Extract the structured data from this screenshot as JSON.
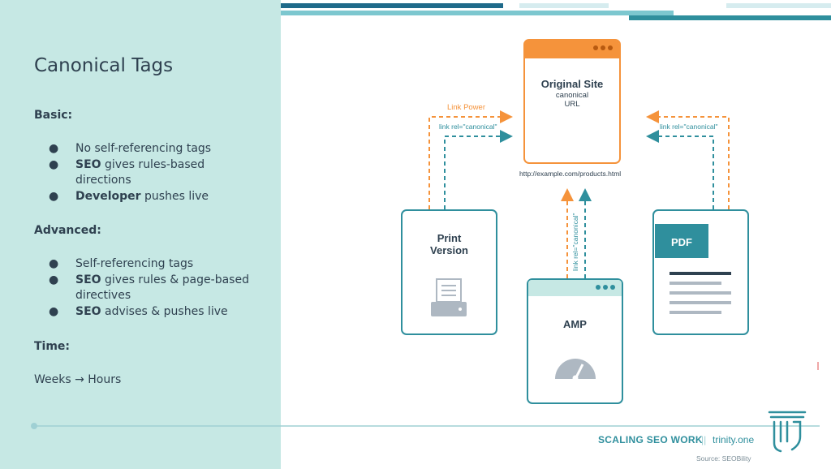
{
  "slide": {
    "title": "Canonical Tags",
    "basic": {
      "heading": "Basic:",
      "items": [
        {
          "bold": "",
          "text": "No self-referencing tags"
        },
        {
          "bold": "SEO",
          "text": " gives rules-based directions"
        },
        {
          "bold": "Developer",
          "text": " pushes live"
        }
      ]
    },
    "advanced": {
      "heading": "Advanced:",
      "items": [
        {
          "bold": "",
          "text": "Self-referencing tags"
        },
        {
          "bold": "SEO",
          "text": " gives rules & page-based directives"
        },
        {
          "bold": "SEO",
          "text": " advises & pushes live"
        }
      ]
    },
    "time": {
      "heading": "Time:",
      "value": "Weeks → Hours"
    },
    "bullet_char": "●"
  },
  "diagram": {
    "original": {
      "title": "Original Site",
      "line1": "canonical",
      "line2": "URL",
      "url": "http://example.com/products.html"
    },
    "link_power": "Link Power",
    "rel_left": "link rel=\"canonical\"",
    "rel_right": "link rel=\"canonical\"",
    "rel_vertical": "link rel=\"canonical\"",
    "print": {
      "line1": "Print",
      "line2": "Version"
    },
    "amp": {
      "title": "AMP"
    },
    "pdf": {
      "title": "PDF"
    }
  },
  "footer": {
    "brand": "SCALING SEO WORK",
    "separator": "||",
    "site": "trinity.one",
    "source": "Source: SEOBility"
  },
  "colors": {
    "teal": "#2f8f9d",
    "orange": "#f5933b",
    "panel": "#c6e8e4",
    "dark_text": "#2f4150",
    "navy_bar": "#1f6a8a"
  },
  "icons": [
    "printer-icon",
    "speedometer-icon",
    "trinity-logo-icon",
    "window-dots-icon"
  ]
}
